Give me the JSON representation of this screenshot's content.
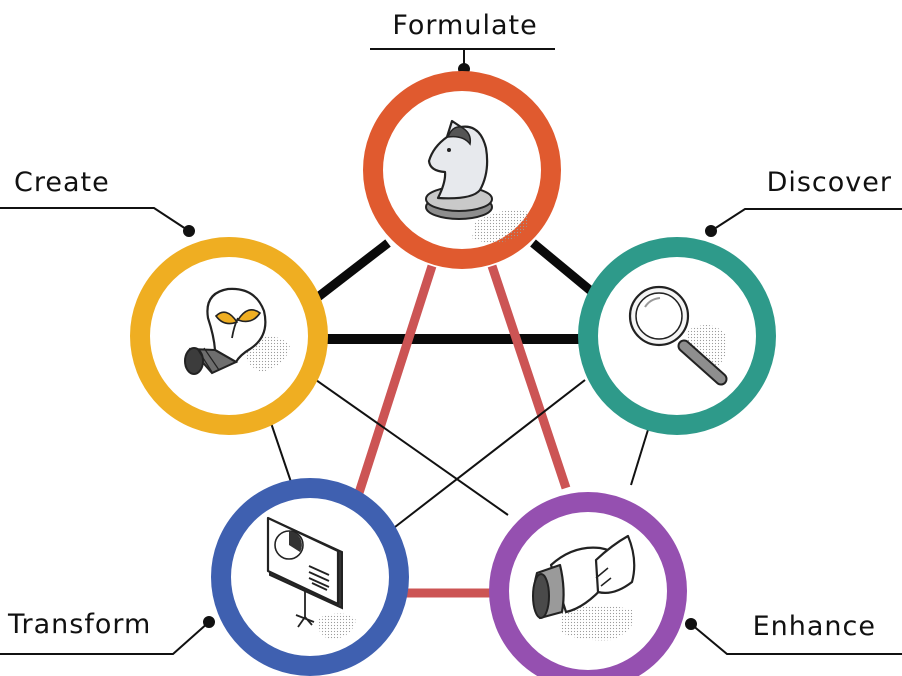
{
  "nodes": [
    {
      "id": "formulate",
      "label": "Formulate",
      "icon": "chess-knight-icon",
      "color": "#E05A2F"
    },
    {
      "id": "discover",
      "label": "Discover",
      "icon": "magnifying-glass-icon",
      "color": "#2E9A8A"
    },
    {
      "id": "enhance",
      "label": "Enhance",
      "icon": "handshake-icon",
      "color": "#9550B0"
    },
    {
      "id": "transform",
      "label": "Transform",
      "icon": "presentation-board-icon",
      "color": "#3F60B0"
    },
    {
      "id": "create",
      "label": "Create",
      "icon": "lightbulb-sprout-icon",
      "color": "#EFAE22"
    }
  ],
  "colors": {
    "thick_link": "#0a0a0a",
    "red_link": "#CC5454",
    "thin_link": "#111111"
  }
}
